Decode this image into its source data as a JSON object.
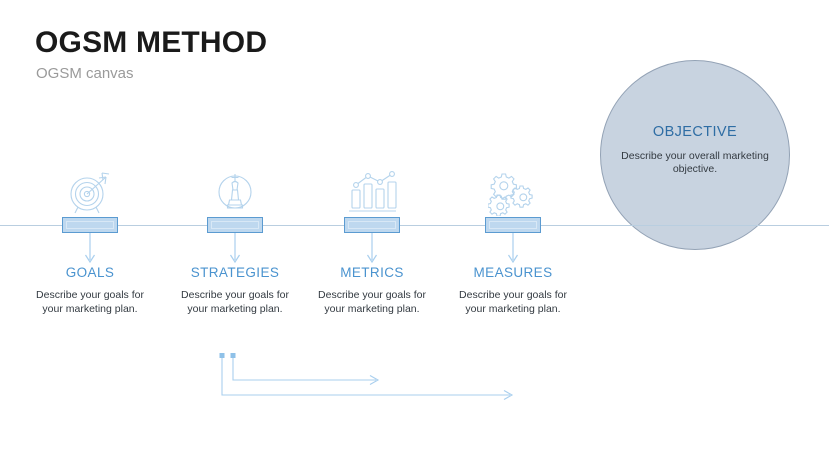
{
  "header": {
    "title": "OGSM METHOD",
    "subtitle": "OGSM canvas"
  },
  "objective": {
    "title": "OBJECTIVE",
    "description": "Describe your overall marketing objective.",
    "fill_color": "#c8d3e0",
    "title_color": "#2e6da4"
  },
  "pillars": [
    {
      "label": "GOALS",
      "description": "Describe your goals for your marketing plan.",
      "icon": "target-arrow-icon"
    },
    {
      "label": "STRATEGIES",
      "description": "Describe your goals for your marketing plan.",
      "icon": "chess-king-icon"
    },
    {
      "label": "METRICS",
      "description": "Describe your goals for your marketing plan.",
      "icon": "bar-chart-line-icon"
    },
    {
      "label": "MEASURES",
      "description": "Describe your goals for your marketing plan.",
      "icon": "gears-icon"
    }
  ],
  "theme": {
    "accent_color": "#4a93cf",
    "line_color": "#b9cee0",
    "block_fill": "#bed8ef",
    "block_border": "#5b9bd1",
    "text_color": "#333a41",
    "title_color": "#1a1a1a",
    "subtitle_color": "#9a9a9a"
  }
}
